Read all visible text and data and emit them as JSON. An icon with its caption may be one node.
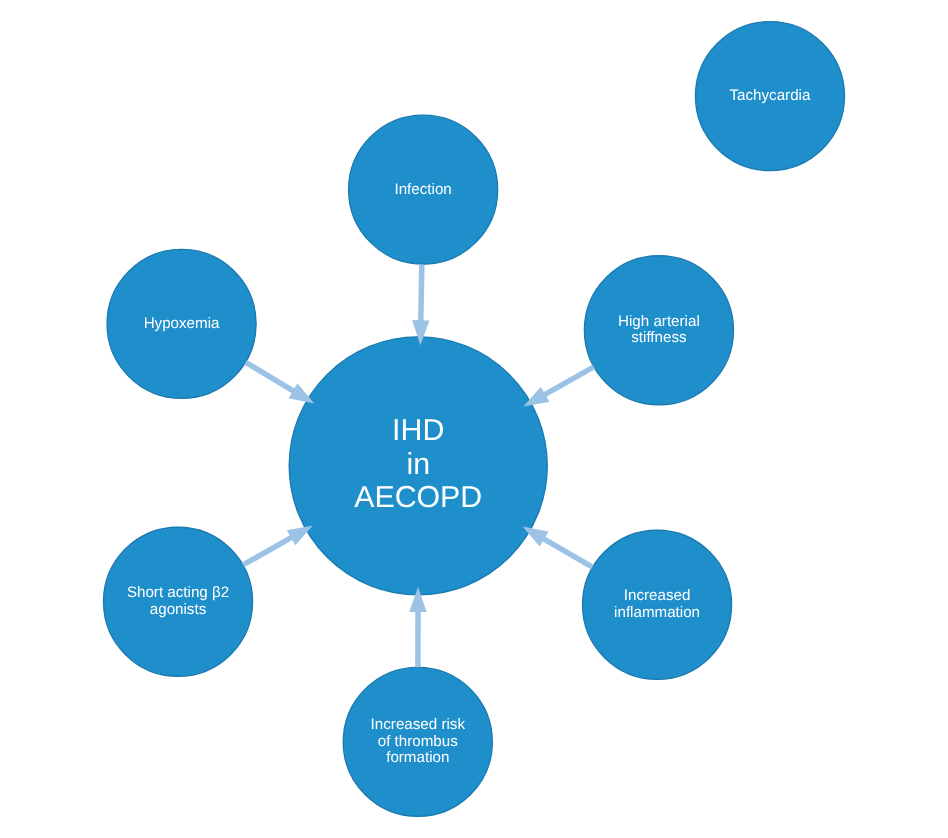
{
  "diagram": {
    "nodes": [
      {
        "text": [
          "IHD in AECOPD"
        ]
      },
      {
        "text": [
          "Increased inflammation"
        ]
      },
      {
        "text": [
          "Increased risk of thrombus formation"
        ]
      },
      {
        "text": [
          "Tachycardia"
        ]
      },
      {
        "text": [
          "Hypoxemia"
        ]
      },
      {
        "text": [
          "High arterial stiffness"
        ]
      },
      {
        "text": [
          "Infection"
        ]
      },
      {
        "text": [
          "Short acting β2 agonists"
        ]
      }
    ],
    "edges": [
      {
        "from": 1,
        "to": 0,
        "arrow": "to"
      },
      {
        "from": 2,
        "to": 0,
        "arrow": "to"
      },
      {
        "from": 4,
        "to": 0,
        "arrow": "to"
      },
      {
        "from": 5,
        "to": 0,
        "arrow": "to"
      },
      {
        "from": 6,
        "to": 0,
        "arrow": "to"
      },
      {
        "from": 7,
        "to": 0,
        "arrow": "to"
      }
    ]
  }
}
